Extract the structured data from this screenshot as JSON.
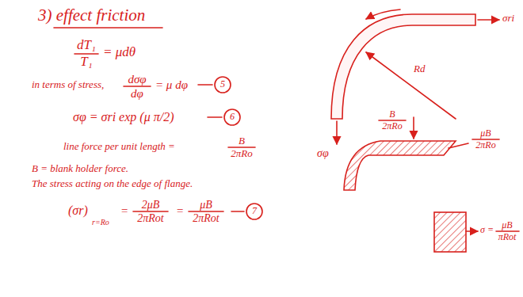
{
  "diagram": {
    "title": "3) effect friction",
    "labels": [
      "dT₁",
      "T₁",
      "= μdθ",
      "in terms of stress,",
      "dσφ",
      "dφ",
      "= μ dφ",
      "5",
      "σφ = σri exp (μ π/2)",
      "6",
      "line force per unit length =",
      "B",
      "2πRo",
      "B = blank holder force.",
      "The stress acting on the edge of flange.",
      "(σr)",
      "r=Ro",
      "=",
      "2μB",
      "2πRot",
      "=",
      "μB",
      "2πRot",
      "7",
      "σri",
      "Rd",
      "σφ",
      "B",
      "2πRo",
      "μB",
      "2πRo",
      "σ =",
      "μB",
      "πRot"
    ]
  }
}
